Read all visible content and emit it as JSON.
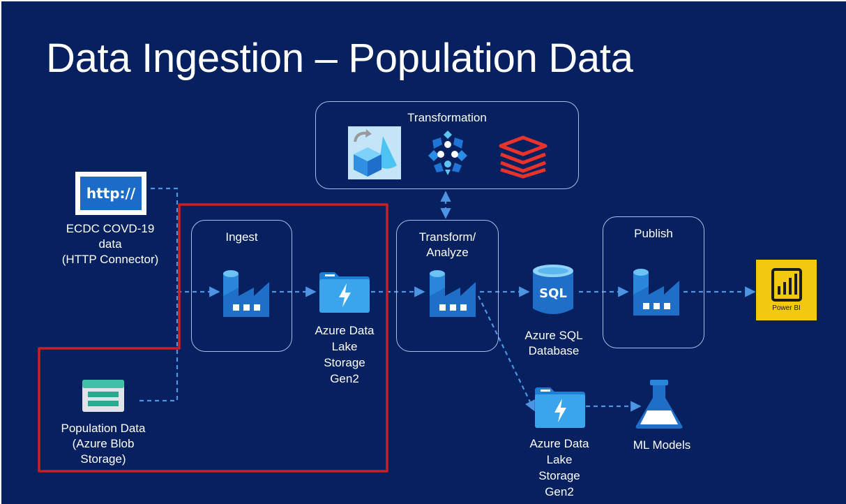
{
  "slide": {
    "title": "Data Ingestion – Population Data",
    "background_color": "#062060",
    "highlight_color": "#cc1f1f"
  },
  "transformation_group": {
    "label": "Transformation",
    "icons": [
      "hdinsight-icon",
      "azure-databricks-icon",
      "databricks-icon"
    ]
  },
  "sources": {
    "http": {
      "icon_text": "http://",
      "label_lines": [
        "ECDC COVD-19",
        "data",
        "(HTTP Connector)"
      ]
    },
    "blob": {
      "label_lines": [
        "Population Data",
        "(Azure Blob",
        "Storage)"
      ]
    }
  },
  "ingest": {
    "label": "Ingest",
    "icon": "data-factory-icon"
  },
  "lake_ingest": {
    "icon": "data-lake-storage-icon",
    "label_lines": [
      "Azure Data",
      "Lake",
      "Storage",
      "Gen2"
    ]
  },
  "transform": {
    "label_lines": [
      "Transform/",
      "Analyze"
    ],
    "icon": "data-factory-icon"
  },
  "sql": {
    "icon_text": "SQL",
    "label_lines": [
      "Azure SQL",
      "Database"
    ]
  },
  "publish": {
    "label": "Publish",
    "icon": "data-factory-icon"
  },
  "powerbi": {
    "text": "Power BI"
  },
  "lake_ml": {
    "icon": "data-lake-storage-icon",
    "label_lines": [
      "Azure Data",
      "Lake",
      "Storage",
      "Gen2"
    ]
  },
  "ml": {
    "icon": "ml-flask-icon",
    "label": "ML Models"
  }
}
